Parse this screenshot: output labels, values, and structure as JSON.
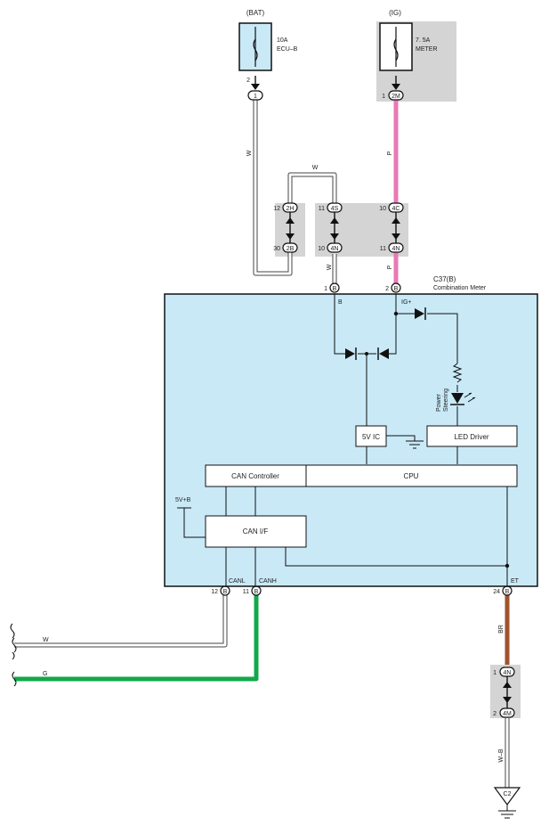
{
  "fuses": {
    "bat": {
      "source": "(BAT)",
      "rating": "10A",
      "name": "ECU–B"
    },
    "ig": {
      "source": "(IG)",
      "rating": "7. 5A",
      "name": "METER"
    }
  },
  "connectors": {
    "bat_fuse_pin_num": "2",
    "bat_fuse_pin": "1",
    "ig_fuse_pin_num": "1",
    "ig_fuse_pin": "2M",
    "j_2h_num": "12",
    "j_2h": "2H",
    "j_2b_num": "30",
    "j_2b": "2B",
    "j_4s_num": "11",
    "j_4s": "4S",
    "j_4n_a_num": "10",
    "j_4n_a": "4N",
    "j_4c_num": "10",
    "j_4c": "4C",
    "j_4n_b_num": "11",
    "j_4n_b": "4N",
    "meter_b_pin_num": "1",
    "meter_b_pin": "B",
    "meter_ig_pin_num": "2",
    "meter_ig_pin": "B",
    "canl_pin_num": "12",
    "canl_pin": "B",
    "canh_pin_num": "11",
    "canh_pin": "B",
    "et_pin_num": "24",
    "et_pin": "B",
    "gnd_4n_num": "1",
    "gnd_4n": "4N",
    "gnd_4m_num": "2",
    "gnd_4m": "4M"
  },
  "wires": {
    "w1": "W",
    "w2": "W",
    "w3": "W",
    "p1": "P",
    "p2": "P",
    "br": "BR",
    "wb": "W–B",
    "can_w": "W",
    "can_g": "G"
  },
  "wire_colors": {
    "white": "#ffffff",
    "pink": "#e879b4",
    "green": "#12a84a",
    "brown": "#a0522d",
    "junction_box": "#d4d4d4",
    "meter_fill": "#c9e9f7"
  },
  "meter": {
    "code": "C37(B)",
    "name": "Combination Meter",
    "terminal_b": "B",
    "terminal_ig": "IG+",
    "terminal_canl": "CANL",
    "terminal_canh": "CANH",
    "terminal_et": "ET",
    "led_label_1": "Power",
    "led_label_2": "Steering",
    "blocks": {
      "ic": "5V IC",
      "led_driver": "LED Driver",
      "can_controller": "CAN Controller",
      "cpu": "CPU",
      "can_if": "CAN I/F",
      "supply": "5V+B"
    }
  },
  "ground": {
    "label": "C2"
  }
}
